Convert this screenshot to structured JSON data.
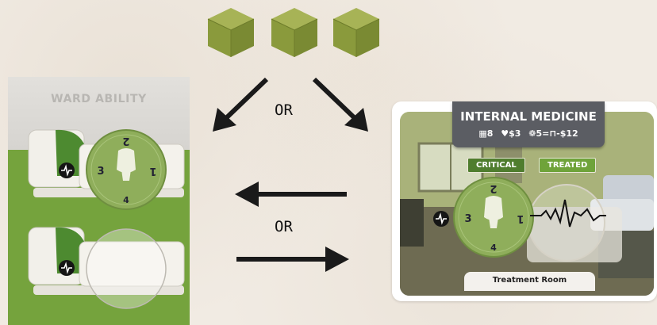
{
  "resource_cubes": {
    "count": 3,
    "color": "#8a9c3f",
    "icon": "cube-icon"
  },
  "ward_card": {
    "title": "WARD ABILITY",
    "background_color": "#75a33d",
    "slots": [
      {
        "state": "with-token",
        "token_numbers": {
          "top": "2",
          "left": "3",
          "right": "1",
          "bottom": "4"
        }
      },
      {
        "state": "empty-slot"
      }
    ]
  },
  "choice_labels": {
    "top": "OR",
    "middle": "OR"
  },
  "room_card": {
    "title": "INTERNAL MEDICINE",
    "stats": {
      "cubes": "8",
      "heart": "$3",
      "treat": "5=",
      "cost": "-$12"
    },
    "tags": {
      "critical": "CRITICAL",
      "treated": "TREATED"
    },
    "room_name": "Treatment Room",
    "token_numbers": {
      "top": "2",
      "left": "3",
      "right": "1",
      "bottom": "4"
    }
  }
}
